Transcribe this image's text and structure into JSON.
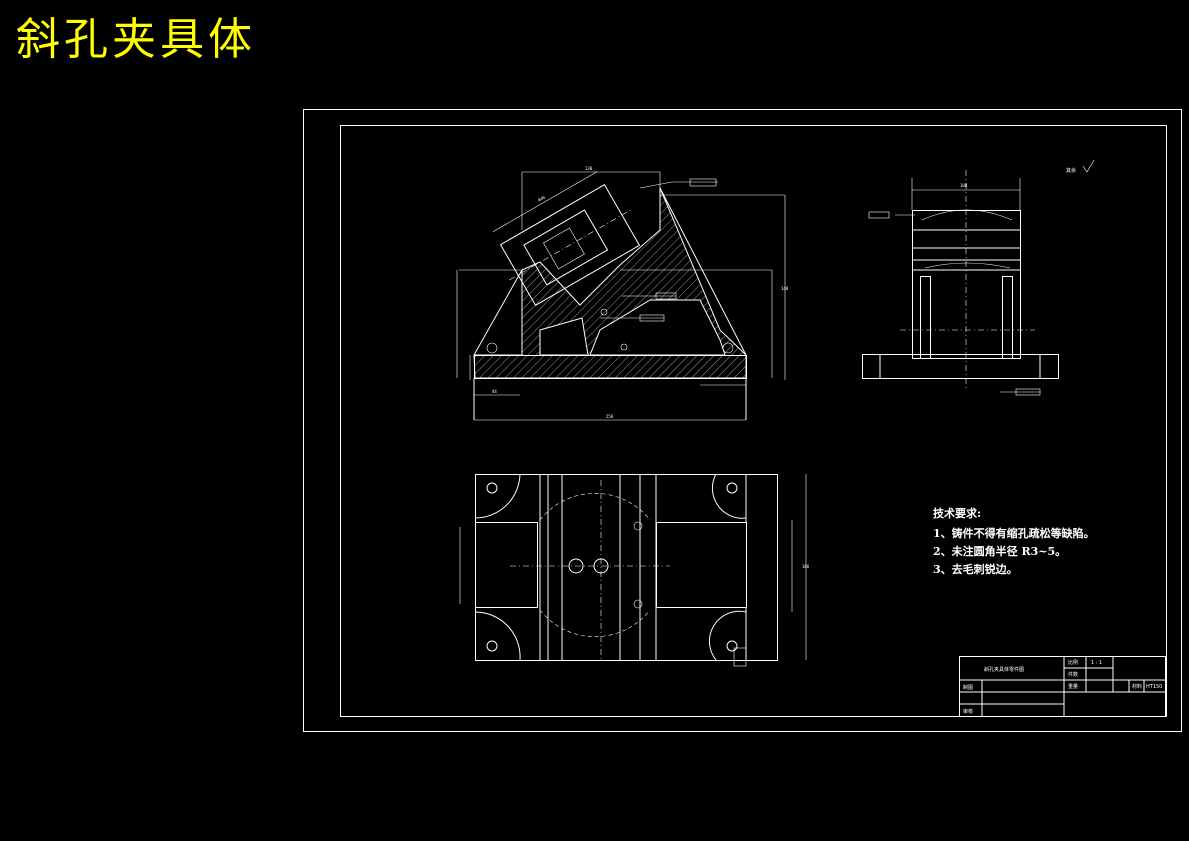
{
  "title": "斜孔夹具体",
  "tech_requirements": {
    "heading": "技术要求:",
    "items": [
      "1、铸件不得有缩孔疏松等缺陷。",
      "2、未注圆角半径 R3~5。",
      "3、去毛刺锐边。"
    ]
  },
  "roughness_note": "其余",
  "title_block": {
    "drawing_name": "斜孔夹具体零件图",
    "scale_label": "比例",
    "scale_value": "1 : 1",
    "qty_label": "件数",
    "designer_label": "制图",
    "checker_label": "审核",
    "weight_label": "重量",
    "material_label": "材料",
    "material_value": "HT150"
  },
  "colors": {
    "background": "#000000",
    "lines": "#ffffff",
    "title": "#ffff00"
  }
}
